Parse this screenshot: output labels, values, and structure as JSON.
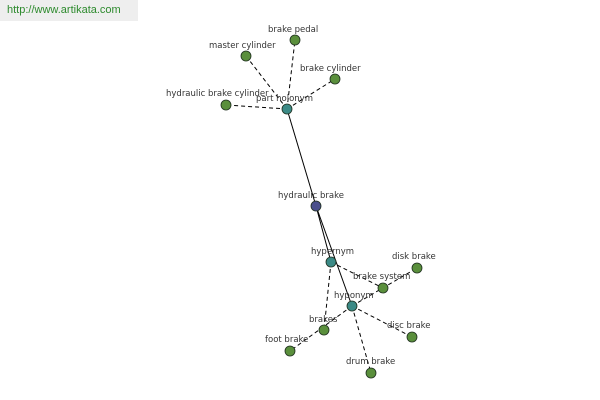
{
  "banner": {
    "url": "http://www.artikata.com"
  },
  "colors": {
    "leaf": "#5a8f3c",
    "relation": "#3b8a86",
    "root": "#4a4f8c"
  },
  "graph": {
    "nodes": [
      {
        "id": "hydraulic-brake",
        "label": "hydraulic brake",
        "kind": "root"
      },
      {
        "id": "part-holonym",
        "label": "part holonym",
        "kind": "relation"
      },
      {
        "id": "hypernym",
        "label": "hypernym",
        "kind": "relation"
      },
      {
        "id": "hyponym",
        "label": "hyponym",
        "kind": "relation"
      },
      {
        "id": "brake-pedal",
        "label": "brake pedal",
        "kind": "leaf"
      },
      {
        "id": "master-cylinder",
        "label": "master cylinder",
        "kind": "leaf"
      },
      {
        "id": "brake-cylinder",
        "label": "brake cylinder",
        "kind": "leaf"
      },
      {
        "id": "hydraulic-brake-cylinder",
        "label": "hydraulic brake cylinder",
        "kind": "leaf"
      },
      {
        "id": "disk-brake",
        "label": "disk brake",
        "kind": "leaf"
      },
      {
        "id": "brake-system",
        "label": "brake system",
        "kind": "leaf"
      },
      {
        "id": "brakes",
        "label": "brakes",
        "kind": "leaf"
      },
      {
        "id": "foot-brake",
        "label": "foot brake",
        "kind": "leaf"
      },
      {
        "id": "disc-brake",
        "label": "disc brake",
        "kind": "leaf"
      },
      {
        "id": "drum-brake",
        "label": "drum brake",
        "kind": "leaf"
      }
    ],
    "edges": [
      {
        "from": "hydraulic-brake",
        "to": "part-holonym",
        "style": "solid"
      },
      {
        "from": "hydraulic-brake",
        "to": "hypernym",
        "style": "solid"
      },
      {
        "from": "hydraulic-brake",
        "to": "hyponym",
        "style": "solid"
      },
      {
        "from": "part-holonym",
        "to": "brake-pedal",
        "style": "dashed"
      },
      {
        "from": "part-holonym",
        "to": "master-cylinder",
        "style": "dashed"
      },
      {
        "from": "part-holonym",
        "to": "brake-cylinder",
        "style": "dashed"
      },
      {
        "from": "part-holonym",
        "to": "hydraulic-brake-cylinder",
        "style": "dashed"
      },
      {
        "from": "hypernym",
        "to": "brake-system",
        "style": "dashed"
      },
      {
        "from": "hypernym",
        "to": "brakes",
        "style": "dashed"
      },
      {
        "from": "hyponym",
        "to": "disk-brake",
        "style": "dashed"
      },
      {
        "from": "hyponym",
        "to": "foot-brake",
        "style": "dashed"
      },
      {
        "from": "hyponym",
        "to": "disc-brake",
        "style": "dashed"
      },
      {
        "from": "hyponym",
        "to": "drum-brake",
        "style": "dashed"
      }
    ]
  }
}
